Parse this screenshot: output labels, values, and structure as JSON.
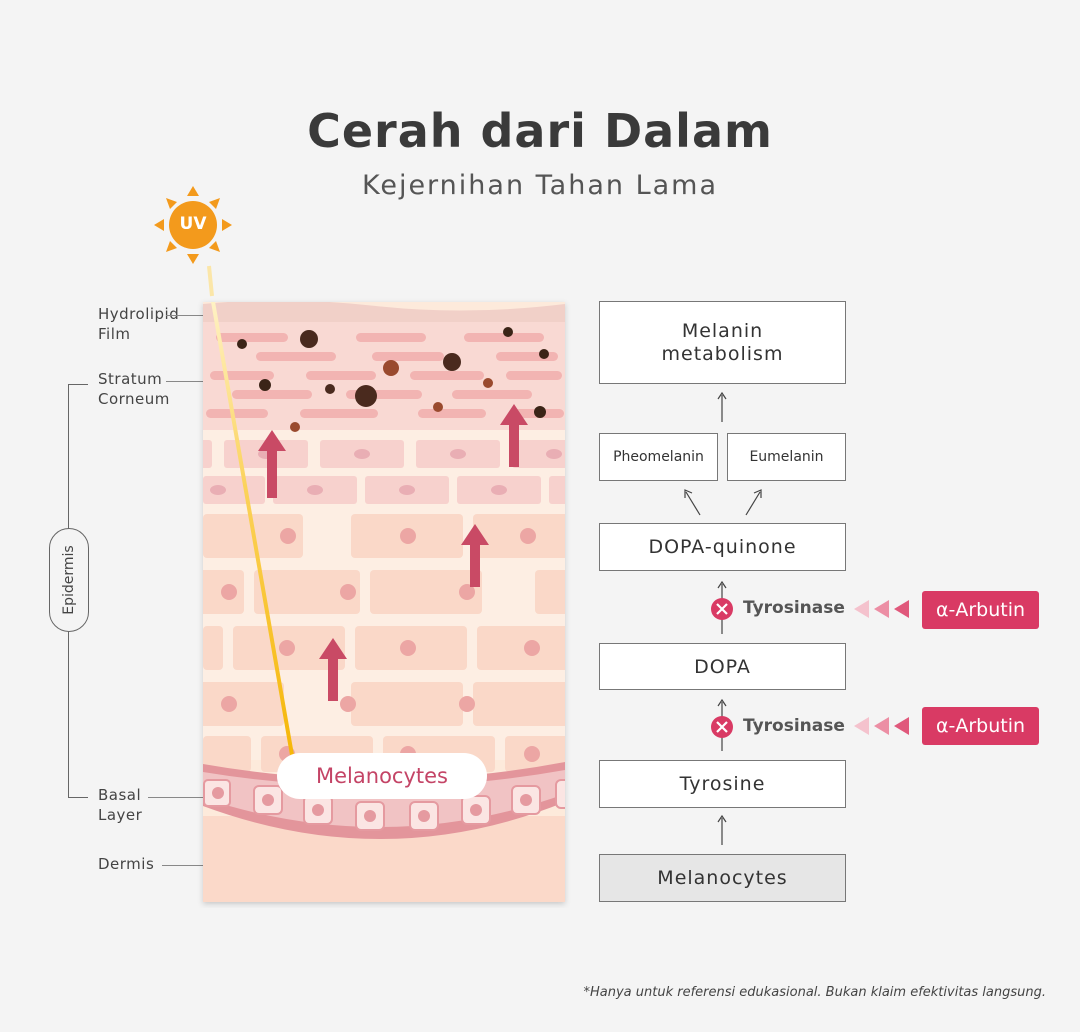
{
  "header": {
    "title": "Cerah dari Dalam",
    "subtitle": "Kejernihan Tahan Lama"
  },
  "uv": {
    "label": "UV"
  },
  "layers": {
    "hydrolipid_line1": "Hydrolipid",
    "hydrolipid_line2": "Film",
    "stratum_line1": "Stratum",
    "stratum_line2": "Corneum",
    "epidermis": "Epidermis",
    "basal_line1": "Basal",
    "basal_line2": "Layer",
    "dermis": "Dermis"
  },
  "skin": {
    "melanocytes_label": "Melanocytes"
  },
  "pathway": {
    "melanin_metabolism_line1": "Melanin",
    "melanin_metabolism_line2": "metabolism",
    "pheomelanin": "Pheomelanin",
    "eumelanin": "Eumelanin",
    "dopa_quinone": "DOPA-quinone",
    "dopa": "DOPA",
    "tyrosine": "Tyrosine",
    "melanocytes": "Melanocytes",
    "enzyme_1": "Tyrosinase",
    "enzyme_2": "Tyrosinase",
    "inhibitor_1": "α-Arbutin",
    "inhibitor_2": "α-Arbutin"
  },
  "footnote": "*Hanya untuk referensi edukasional. Bukan klaim efektivitas langsung.",
  "colors": {
    "accent_pink": "#d93a64",
    "arrow_red": "#c94a65",
    "uv_orange": "#f39a1c",
    "skin_base": "#fbe1d0",
    "dermis": "#d98a94"
  }
}
